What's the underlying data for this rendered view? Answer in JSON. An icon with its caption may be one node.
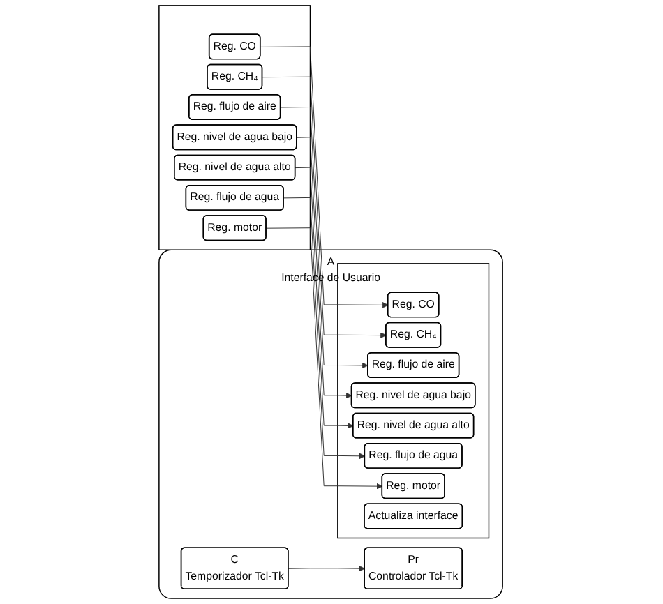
{
  "diagram": {
    "nodes": [
      {
        "text": [
          "A",
          "Interface de Usuario"
        ]
      },
      {
        "text": [
          "C",
          "Temporizador Tcl-Tk"
        ],
        "in": 0
      },
      {
        "text": [
          "Pr",
          "Controlador Tcl-Tk"
        ],
        "in": 0
      },
      {
        "text": [],
        "shape": "box"
      },
      {
        "text": [
          "Reg. CO"
        ],
        "in": 3
      },
      {
        "text": [
          "Reg. CH₄"
        ],
        "in": 3
      },
      {
        "text": [
          "Reg. flujo de aire"
        ],
        "in": 3
      },
      {
        "text": [
          "Reg. nivel de agua bajo"
        ],
        "in": 3
      },
      {
        "text": [
          "Reg. nivel de agua alto"
        ],
        "in": 3
      },
      {
        "text": [
          "Reg. flujo de agua"
        ],
        "in": 3
      },
      {
        "text": [
          "Reg. motor"
        ],
        "in": 3
      },
      {
        "text": [],
        "shape": "box",
        "in": 0
      },
      {
        "text": [
          "Reg. CO"
        ],
        "in": 11
      },
      {
        "text": [
          "Reg. CH₄"
        ],
        "in": 11
      },
      {
        "text": [
          "Reg. flujo de aire"
        ],
        "in": 11
      },
      {
        "text": [
          "Reg. nivel de agua bajo"
        ],
        "in": 11
      },
      {
        "text": [
          "Reg. nivel de agua alto"
        ],
        "in": 11
      },
      {
        "text": [
          "Reg. flujo de agua"
        ],
        "in": 11
      },
      {
        "text": [
          "Reg. motor"
        ],
        "in": 11
      },
      {
        "text": [
          "Actualiza interface"
        ],
        "in": 11
      }
    ],
    "edges": [
      {
        "from": 1,
        "to": 2,
        "arrow": "to"
      },
      {
        "from": 4,
        "to": 12,
        "arrow": "to"
      },
      {
        "from": 5,
        "to": 13,
        "arrow": "to"
      },
      {
        "from": 6,
        "to": 14,
        "arrow": "to"
      },
      {
        "from": 7,
        "to": 15,
        "arrow": "to"
      },
      {
        "from": 8,
        "to": 16,
        "arrow": "to"
      },
      {
        "from": 9,
        "to": 17,
        "arrow": "to"
      },
      {
        "from": 10,
        "to": 18,
        "arrow": "to"
      }
    ]
  }
}
